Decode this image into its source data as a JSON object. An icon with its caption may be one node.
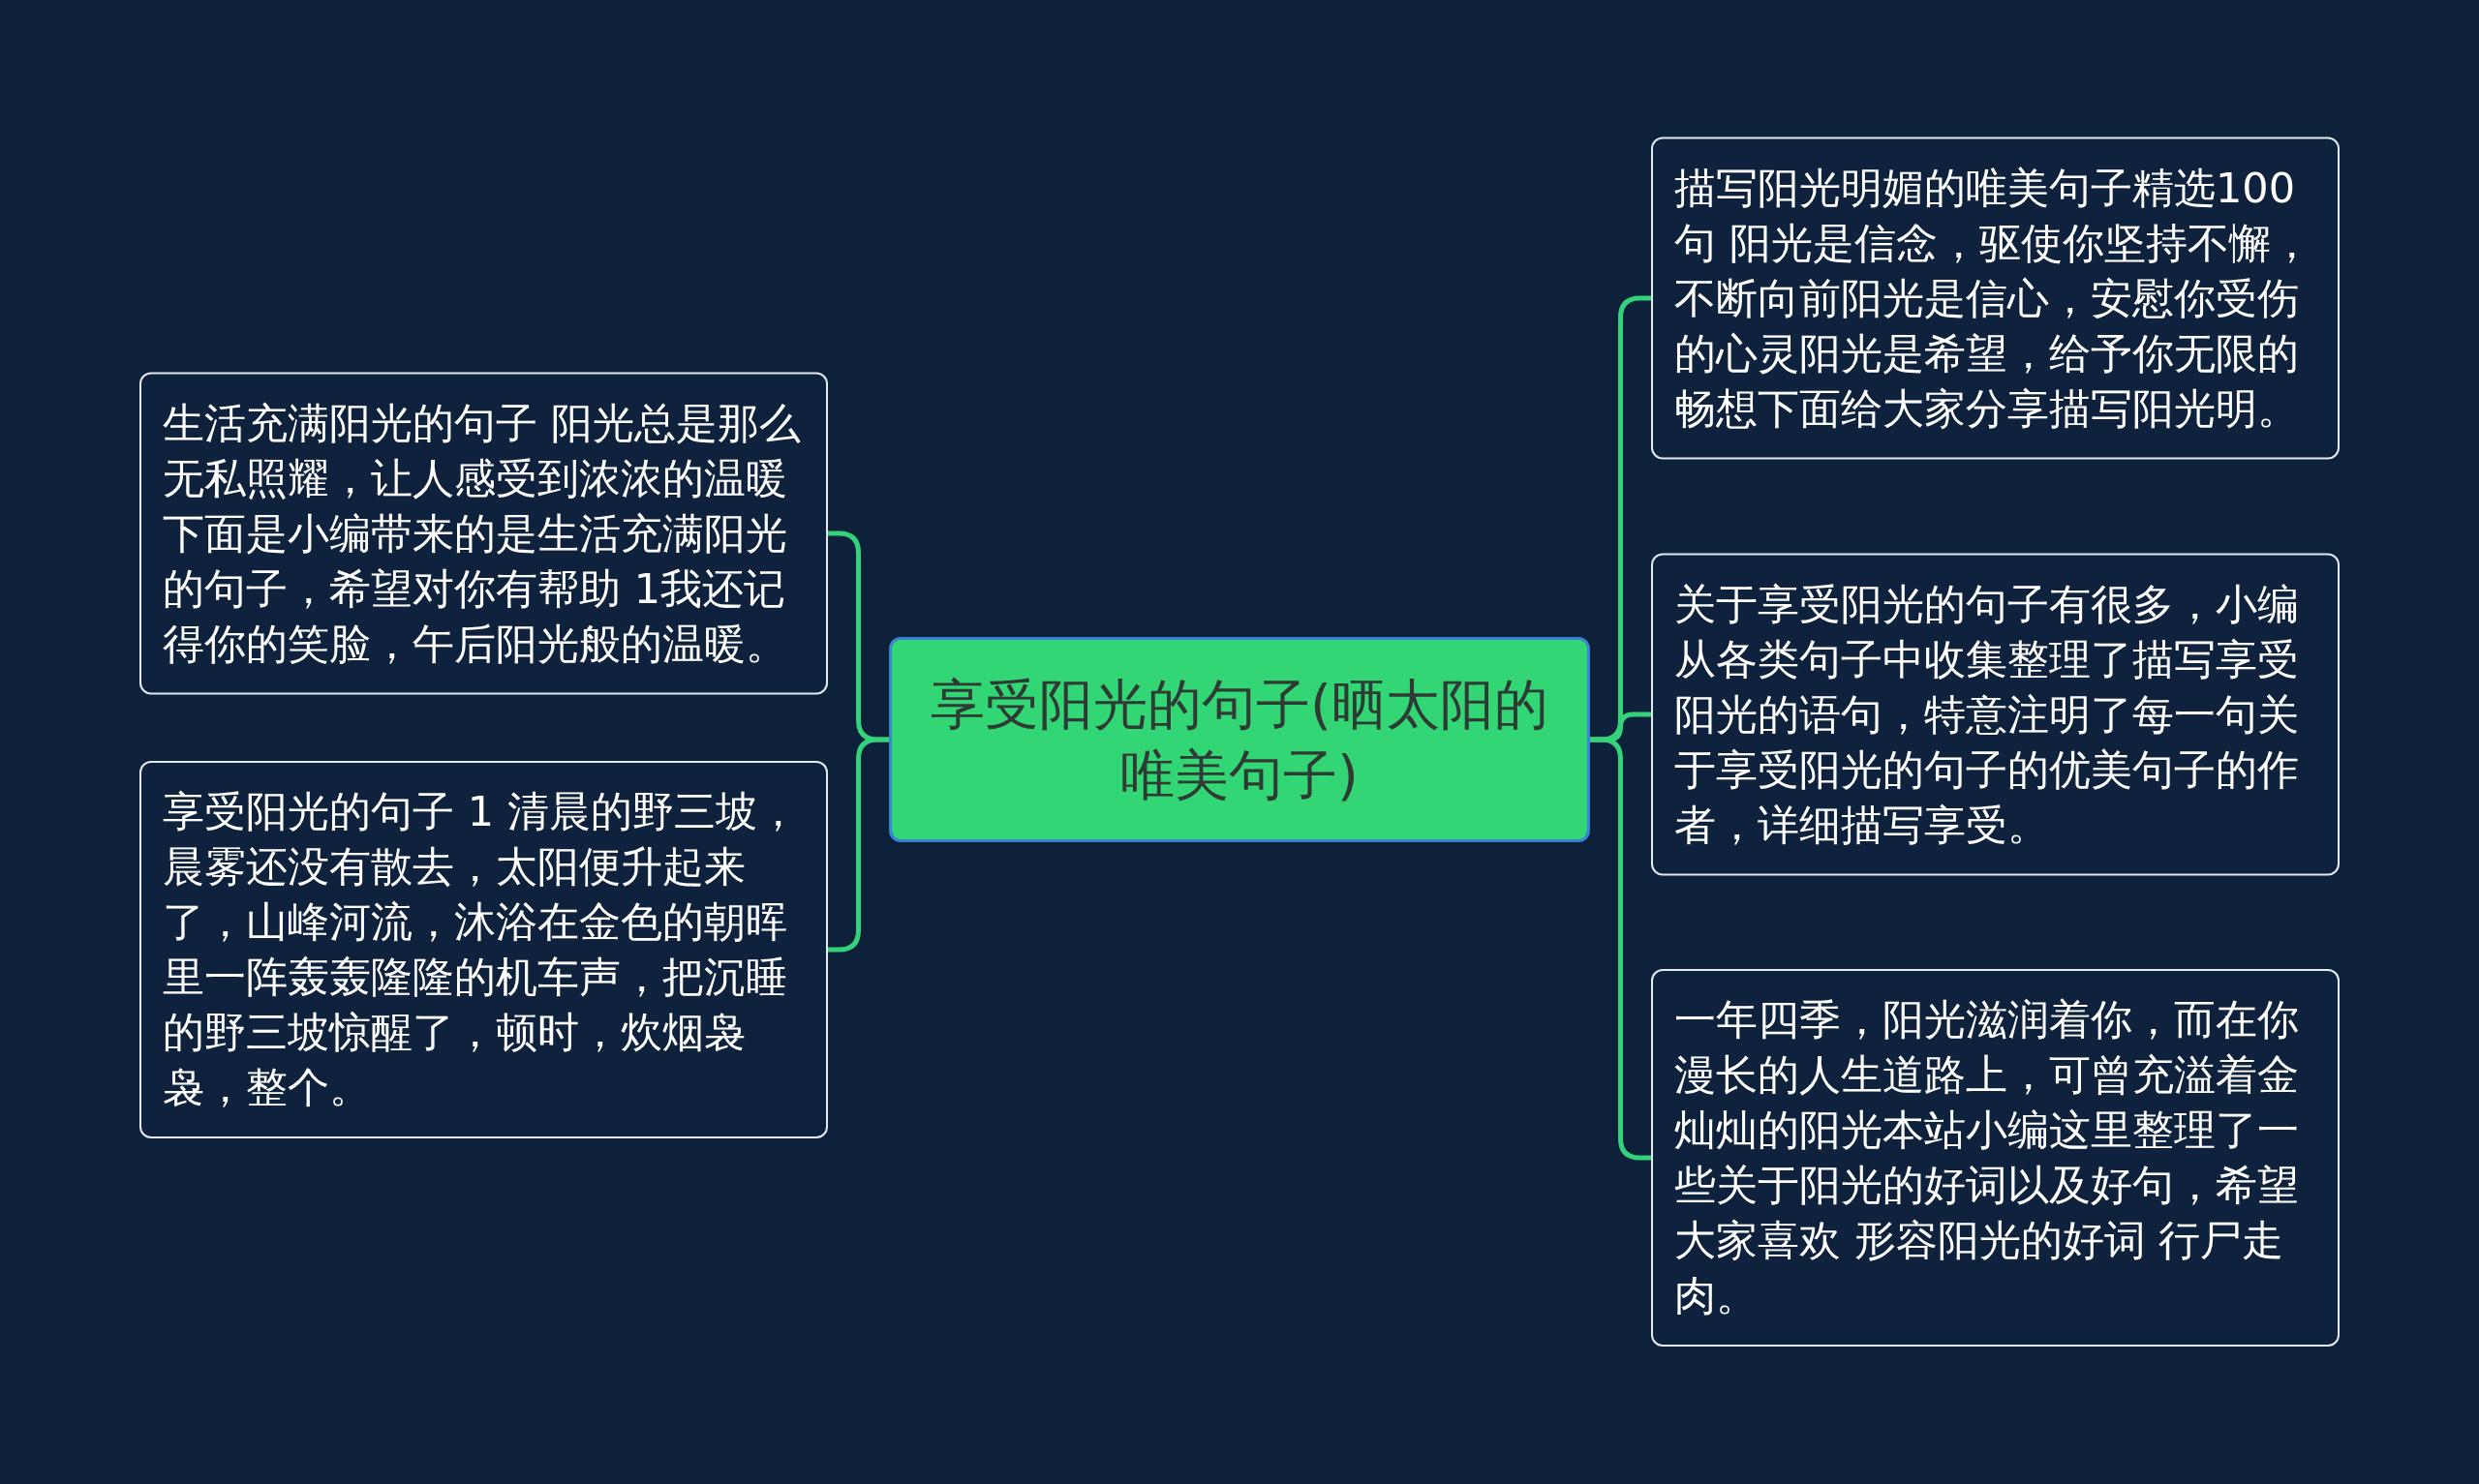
{
  "diagram": {
    "nodes": [
      {
        "text": [
          "享受阳光的句子(晒太阳的唯美句子)"
        ]
      },
      {
        "text": [
          "生活充满阳光的句子 阳光总是那么无私照耀，让人感受到浓浓的温暖下面是小编带来的是生活充满阳光的句子，希望对你有帮助 1我还记得你的笑脸，午后阳光般的温暖。"
        ]
      },
      {
        "text": [
          "享受阳光的句子 1 清晨的野三坡，晨雾还没有散去，太阳便升起来了，山峰河流，沐浴在金色的朝晖里一阵轰轰隆隆的机车声，把沉睡的野三坡惊醒了，顿时，炊烟袅袅，整个。"
        ]
      },
      {
        "text": [
          "描写阳光明媚的唯美句子精选100句 阳光是信念，驱使你坚持不懈，不断向前阳光是信心，安慰你受伤的心灵阳光是希望，给予你无限的畅想下面给大家分享描写阳光明。"
        ]
      },
      {
        "text": [
          "关于享受阳光的句子有很多，小编从各类句子中收集整理了描写享受阳光的语句，特意注明了每一句关于享受阳光的句子的优美句子的作者，详细描写享受。"
        ]
      },
      {
        "text": [
          "一年四季，阳光滋润着你，而在你漫长的人生道路上，可曾充溢着金灿灿的阳光本站小编这里整理了一些关于阳光的好词以及好句，希望大家喜欢 形容阳光的好词 行尸走肉。"
        ]
      }
    ],
    "edges": [
      {
        "from": 0,
        "to": 1,
        "arrow": "none"
      },
      {
        "from": 0,
        "to": 2,
        "arrow": "none"
      },
      {
        "from": 0,
        "to": 3,
        "arrow": "none"
      },
      {
        "from": 0,
        "to": 4,
        "arrow": "none"
      },
      {
        "from": 0,
        "to": 5,
        "arrow": "none"
      }
    ]
  }
}
